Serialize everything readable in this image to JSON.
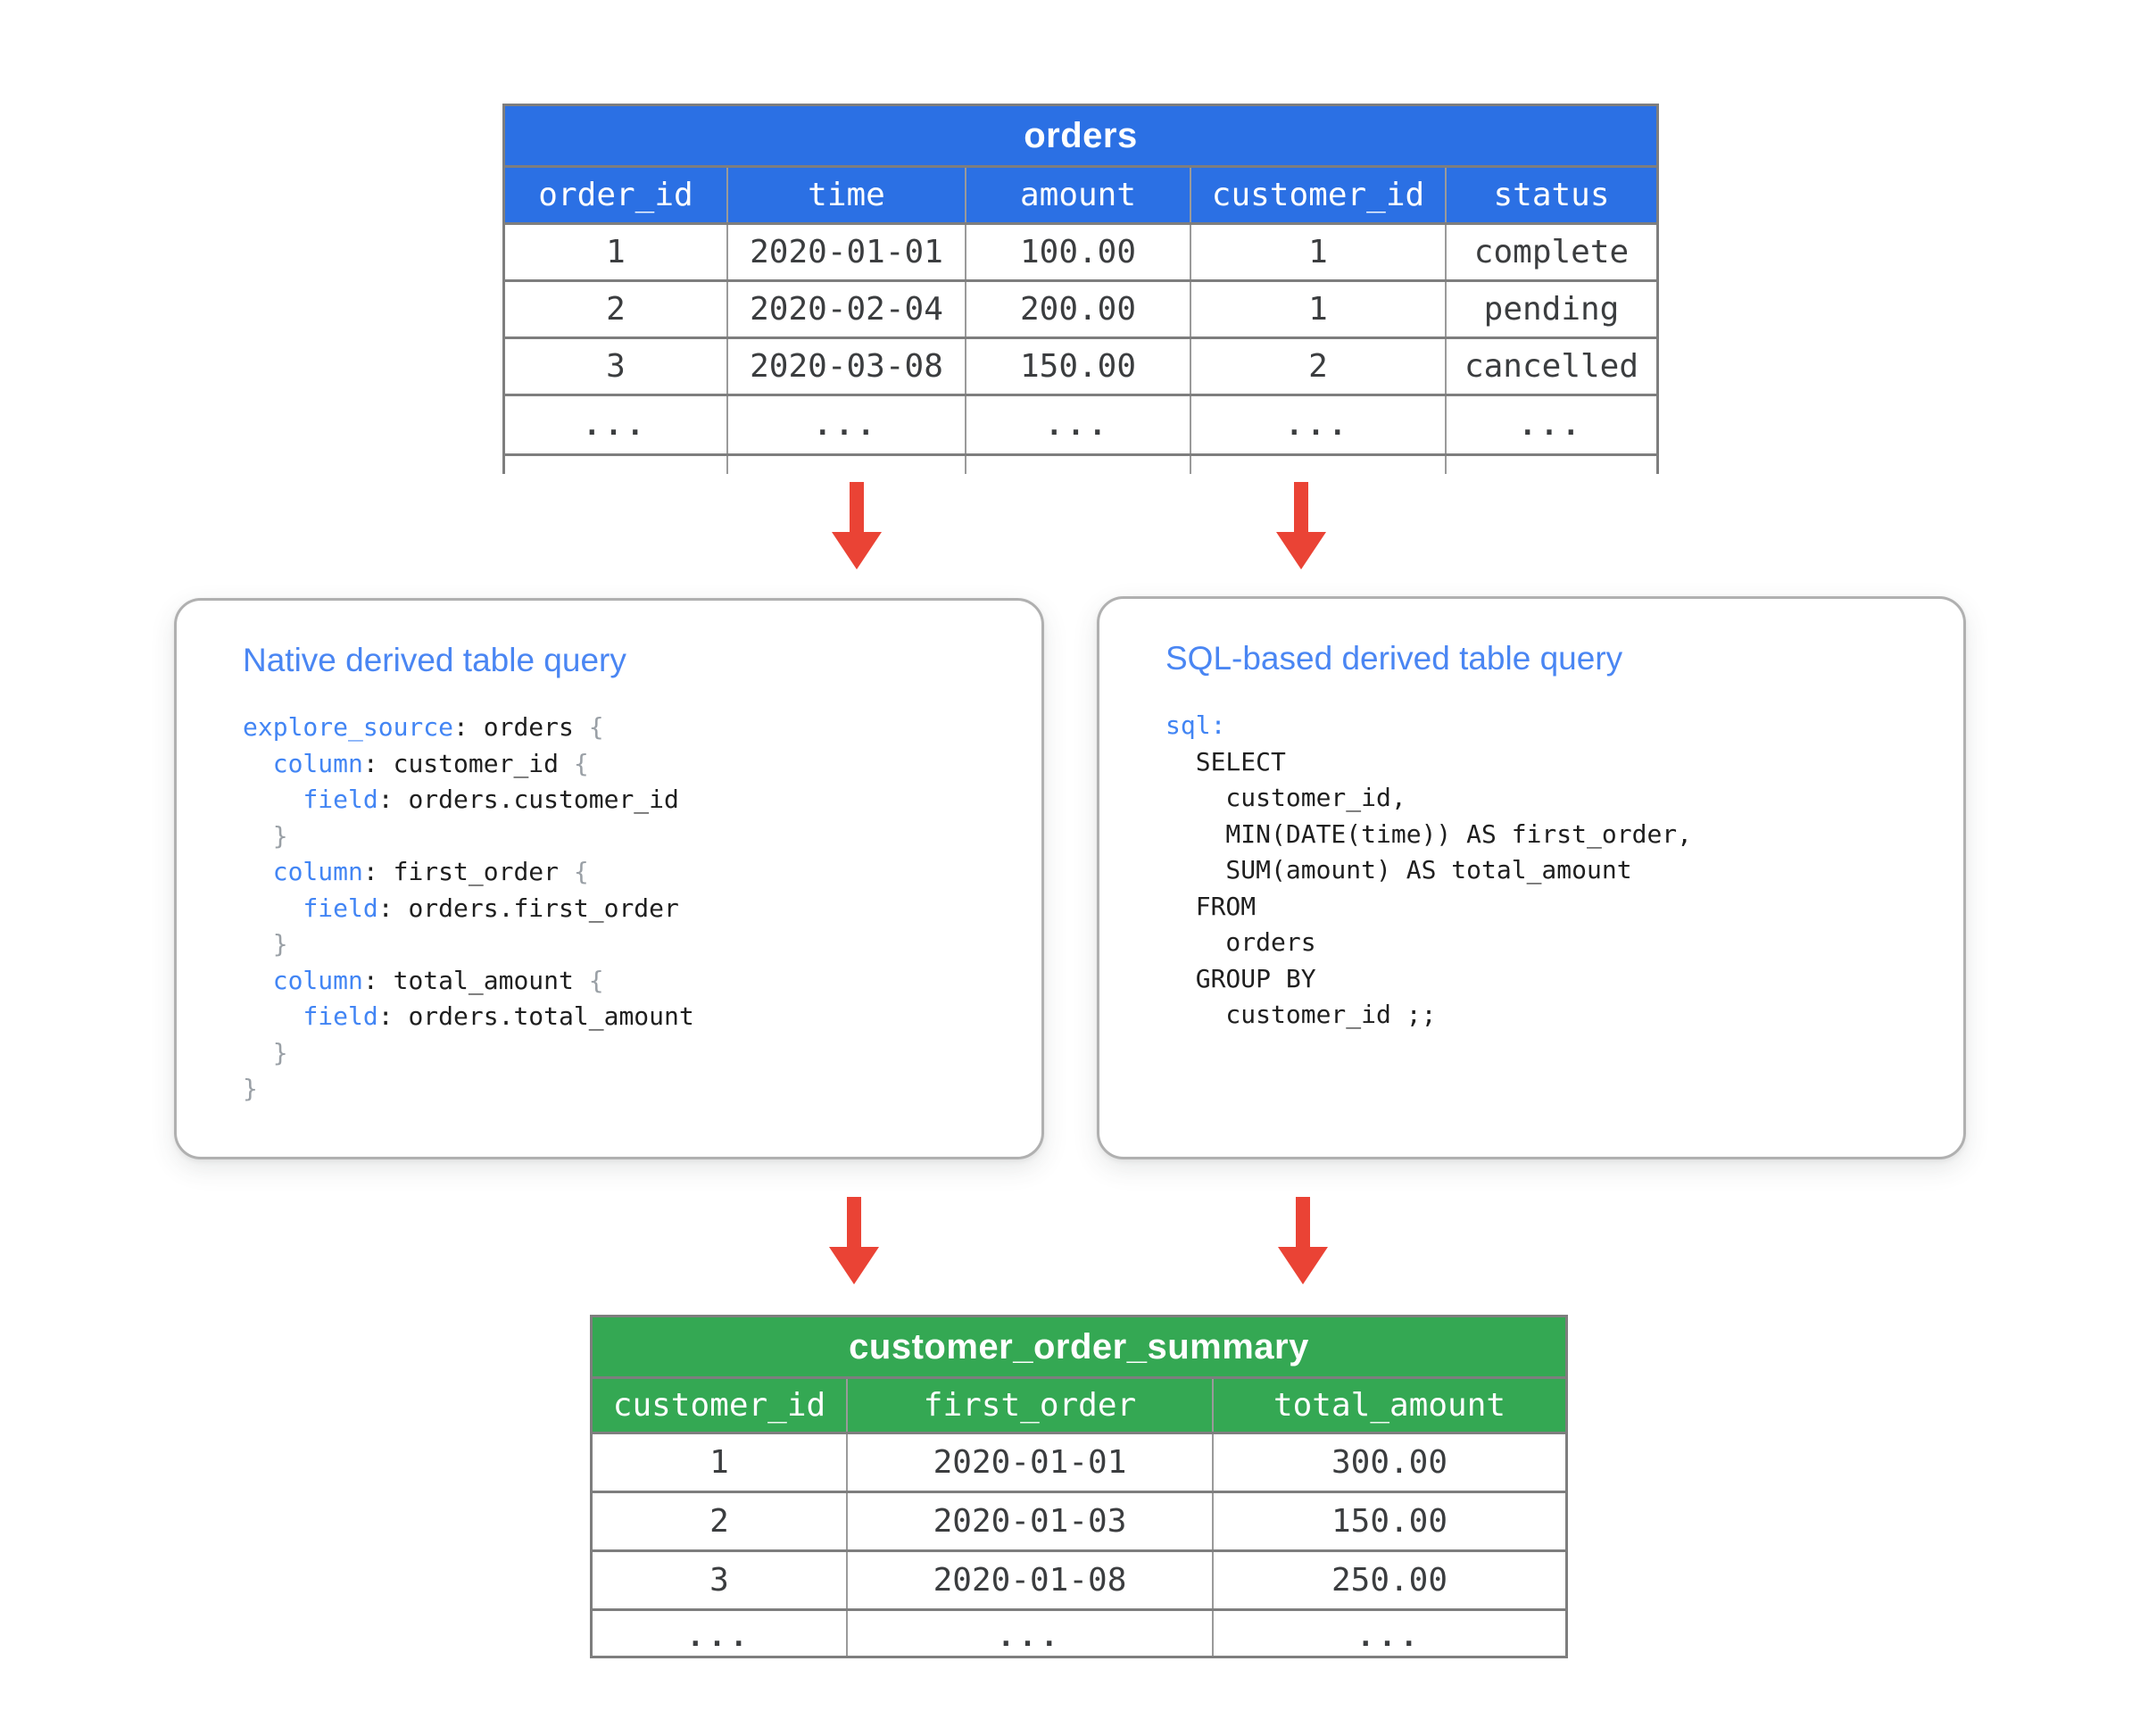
{
  "colors": {
    "header_blue": "#2b70e4",
    "header_green": "#34a853",
    "arrow_red": "#ea4335",
    "keyword_blue": "#4285f4",
    "brace_gray": "#9aa0a6",
    "box_title_blue": "#4a86f3"
  },
  "orders_table": {
    "title": "orders",
    "headers": [
      "order_id",
      "time",
      "amount",
      "customer_id",
      "status"
    ],
    "rows": [
      [
        "1",
        "2020-01-01",
        "100.00",
        "1",
        "complete"
      ],
      [
        "2",
        "2020-02-04",
        "200.00",
        "1",
        "pending"
      ],
      [
        "3",
        "2020-03-08",
        "150.00",
        "2",
        "cancelled"
      ],
      [
        "...",
        "...",
        "...",
        "...",
        "..."
      ]
    ],
    "partial_row": [
      "",
      "",
      "",
      "",
      ""
    ]
  },
  "native_box": {
    "title": "Native derived table query",
    "code": [
      [
        {
          "t": "explore_source",
          "c": "k"
        },
        {
          "t": ": orders ",
          "c": "p"
        },
        {
          "t": "{",
          "c": "b"
        }
      ],
      [
        {
          "t": "  ",
          "c": "p"
        },
        {
          "t": "column",
          "c": "k"
        },
        {
          "t": ": customer_id ",
          "c": "p"
        },
        {
          "t": "{",
          "c": "b"
        }
      ],
      [
        {
          "t": "    ",
          "c": "p"
        },
        {
          "t": "field",
          "c": "k"
        },
        {
          "t": ": orders.customer_id",
          "c": "p"
        }
      ],
      [
        {
          "t": "  ",
          "c": "p"
        },
        {
          "t": "}",
          "c": "b"
        }
      ],
      [
        {
          "t": "  ",
          "c": "p"
        },
        {
          "t": "column",
          "c": "k"
        },
        {
          "t": ": first_order ",
          "c": "p"
        },
        {
          "t": "{",
          "c": "b"
        }
      ],
      [
        {
          "t": "    ",
          "c": "p"
        },
        {
          "t": "field",
          "c": "k"
        },
        {
          "t": ": orders.first_order",
          "c": "p"
        }
      ],
      [
        {
          "t": "  ",
          "c": "p"
        },
        {
          "t": "}",
          "c": "b"
        }
      ],
      [
        {
          "t": "  ",
          "c": "p"
        },
        {
          "t": "column",
          "c": "k"
        },
        {
          "t": ": total_amount ",
          "c": "p"
        },
        {
          "t": "{",
          "c": "b"
        }
      ],
      [
        {
          "t": "    ",
          "c": "p"
        },
        {
          "t": "field",
          "c": "k"
        },
        {
          "t": ": orders.total_amount",
          "c": "p"
        }
      ],
      [
        {
          "t": "  ",
          "c": "p"
        },
        {
          "t": "}",
          "c": "b"
        }
      ],
      [
        {
          "t": "}",
          "c": "b"
        }
      ]
    ]
  },
  "sql_box": {
    "title": "SQL-based derived table query",
    "code": [
      [
        {
          "t": "sql:",
          "c": "k"
        }
      ],
      [
        {
          "t": "  SELECT",
          "c": "p"
        }
      ],
      [
        {
          "t": "    customer_id,",
          "c": "p"
        }
      ],
      [
        {
          "t": "    MIN(DATE(time)) AS first_order,",
          "c": "p"
        }
      ],
      [
        {
          "t": "    SUM(amount) AS total_amount",
          "c": "p"
        }
      ],
      [
        {
          "t": "  FROM",
          "c": "p"
        }
      ],
      [
        {
          "t": "    orders",
          "c": "p"
        }
      ],
      [
        {
          "t": "  GROUP BY",
          "c": "p"
        }
      ],
      [
        {
          "t": "    customer_id ;;",
          "c": "p"
        }
      ]
    ]
  },
  "summary_table": {
    "title": "customer_order_summary",
    "headers": [
      "customer_id",
      "first_order",
      "total_amount"
    ],
    "rows": [
      [
        "1",
        "2020-01-01",
        "300.00"
      ],
      [
        "2",
        "2020-01-03",
        "150.00"
      ],
      [
        "3",
        "2020-01-08",
        "250.00"
      ],
      [
        "...",
        "...",
        "..."
      ]
    ]
  }
}
